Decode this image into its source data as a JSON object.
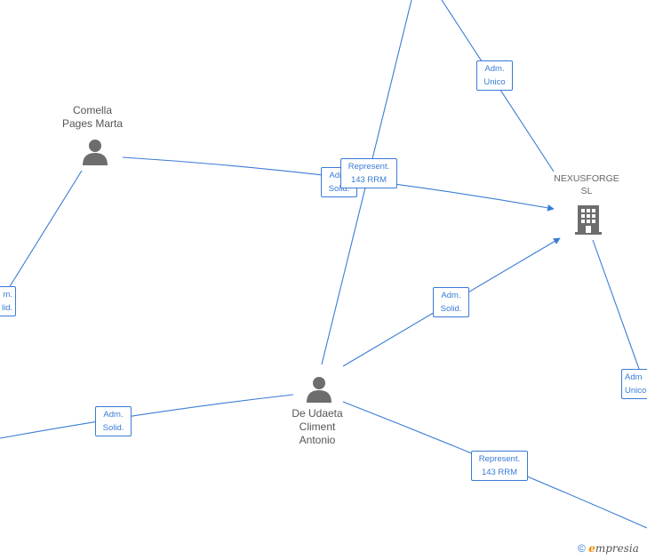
{
  "nodes": {
    "comella": {
      "line1": "Comella",
      "line2": "Pages Marta",
      "icon": "person-icon"
    },
    "udaeta": {
      "line1": "De Udaeta",
      "line2": "Climent",
      "line3": "Antonio",
      "icon": "person-icon"
    },
    "nexusforge": {
      "line1": "NEXUSFORGE",
      "line2": "SL",
      "icon": "building-icon"
    }
  },
  "edge_labels": {
    "adm_unico_top": {
      "line1": "Adm.",
      "line2": "Unico"
    },
    "adm_solid_center": {
      "line1": "Adm.",
      "line2": "Solid."
    },
    "represent_center": {
      "line1": "Represent.",
      "line2": "143 RRM"
    },
    "adm_solid_left_edge": {
      "line1": "m.",
      "line2": "lid."
    },
    "adm_solid_udaeta_nexus": {
      "line1": "Adm.",
      "line2": "Solid."
    },
    "adm_unico_right": {
      "line1": "Adm",
      "line2": "Unico"
    },
    "adm_solid_lower_left": {
      "line1": "Adm.",
      "line2": "Solid."
    },
    "represent_lower_right": {
      "line1": "Represent.",
      "line2": "143 RRM"
    }
  },
  "colors": {
    "edge": "#3a7bd5",
    "node_icon": "#6d6d6d",
    "watermark_e": "#f08a00"
  },
  "watermark": {
    "copyright": "©",
    "brand_first": "e",
    "brand_rest": "mpresia"
  }
}
